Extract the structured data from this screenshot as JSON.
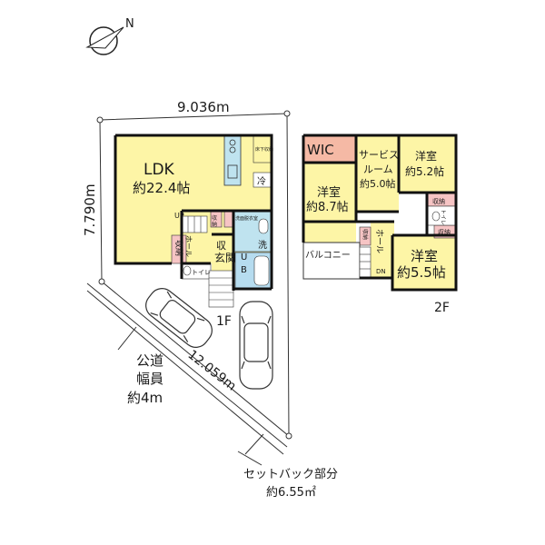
{
  "compass": {
    "north_label": "N"
  },
  "dimensions": {
    "width": "9.036m",
    "depth": "7.790m",
    "road_edge": "12.059m"
  },
  "floor1": {
    "ldk_name": "LDK",
    "ldk_size": "約22.4帖",
    "up": "UP",
    "storage_a": "収納",
    "hall": "ホール",
    "entrance": "玄関",
    "closet": "収",
    "closet2": "納",
    "toilet": "トイレ",
    "ub_u": "U",
    "ub_b": "B",
    "washroom": "洗面脱衣室",
    "wash": "洗",
    "pantry": "床下収納",
    "fridge": "冷",
    "label": "1F"
  },
  "floor2": {
    "wic": "WIC",
    "service_room_line1": "サービス",
    "service_room_line2": "ルーム",
    "service_room_size": "約5.0帖",
    "room_a_name": "洋室",
    "room_a_size": "約5.2帖",
    "room_b_name": "洋室",
    "room_b_size": "約8.7帖",
    "room_c_name": "洋室",
    "room_c_size": "約5.5帖",
    "storage": "収納",
    "storage2": "収納",
    "storage3": "収納",
    "hall": "ホール",
    "dn": "DN",
    "balcony": "バルコニー",
    "toilet": "トイレ",
    "label": "2F"
  },
  "site": {
    "road_line1": "公道",
    "road_line2": "幅員",
    "road_line3": "約4m",
    "setback_line1": "セットバック部分",
    "setback_line2": "約6.55㎡"
  },
  "colors": {
    "room_yellow": "#fdf5a6",
    "wic_pink": "#f5b9a5",
    "storage_pink": "#f6c4c4",
    "bath_blue": "#b6dcef",
    "kitchen_blue": "#bfe3ef",
    "wall": "#111111"
  }
}
